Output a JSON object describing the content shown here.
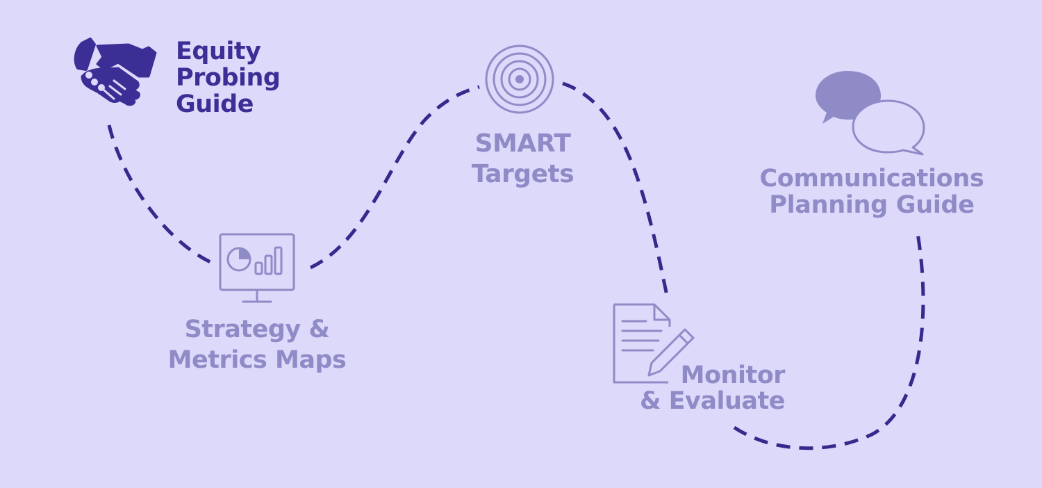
{
  "colors": {
    "background": "#dcd9fb",
    "active": "#3b2f96",
    "muted": "#8f8bc6",
    "path": "#342a8c"
  },
  "steps": [
    {
      "id": "equity",
      "label": "Equity\nProbing\nGuide",
      "icon": "handshake-icon",
      "state": "active"
    },
    {
      "id": "strategy",
      "label": "Strategy &\nMetrics Maps",
      "icon": "monitor-chart-icon",
      "state": "muted"
    },
    {
      "id": "smart",
      "label": "SMART\nTargets",
      "icon": "target-icon",
      "state": "muted"
    },
    {
      "id": "monitor",
      "label": "Monitor\n& Evaluate",
      "icon": "document-pencil-icon",
      "state": "muted"
    },
    {
      "id": "comm",
      "label": "Communications\nPlanning Guide",
      "icon": "speech-bubbles-icon",
      "state": "muted"
    }
  ]
}
